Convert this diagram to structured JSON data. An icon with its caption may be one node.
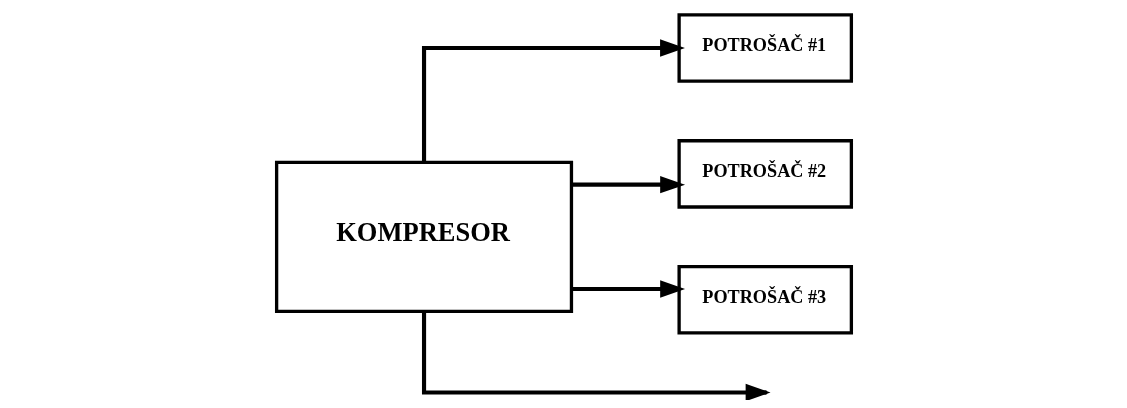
{
  "diagram": {
    "nodes": [
      {
        "text": [
          "KOMPRESOR"
        ]
      },
      {
        "text": [
          "POTROŠAČ #1"
        ]
      },
      {
        "text": [
          "POTROŠAČ #2"
        ]
      },
      {
        "text": [
          "POTROŠAČ #3"
        ]
      }
    ],
    "edges": [
      {
        "from": 0,
        "to": 1,
        "arrow": "to"
      },
      {
        "from": 0,
        "to": 2,
        "arrow": "to"
      },
      {
        "from": 0,
        "to": 3,
        "arrow": "to"
      },
      {
        "from": 0,
        "to": null,
        "arrow": "to"
      }
    ]
  }
}
